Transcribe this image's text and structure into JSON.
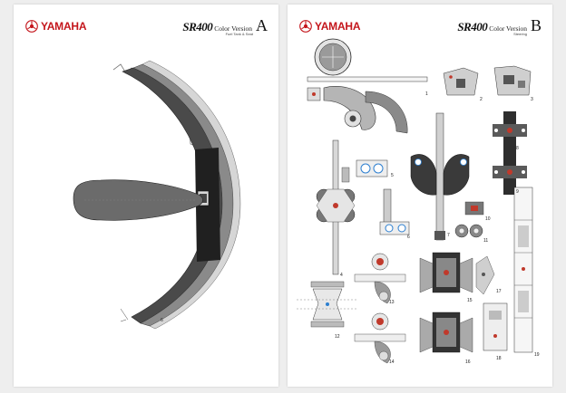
{
  "sheets": [
    {
      "brand": "YAMAHA",
      "model": "SR400",
      "version": "Color Version",
      "letter": "A",
      "subtitle": "Fuel Tank & Seat",
      "part_numbers": [
        "6"
      ]
    },
    {
      "brand": "YAMAHA",
      "model": "SR400",
      "version": "Color Version",
      "letter": "B",
      "subtitle": "Steering",
      "part_numbers": [
        "1",
        "2",
        "3",
        "4",
        "5",
        "6",
        "7",
        "8",
        "9",
        "10",
        "11",
        "12",
        "13",
        "14",
        "15",
        "16",
        "17",
        "18",
        "19"
      ]
    }
  ],
  "colors": {
    "brand_red": "#c4161c",
    "part_dark": "#3a3a3a",
    "part_mid": "#8a8a8a",
    "part_light": "#c8c8c8",
    "accent_red": "#c0392b",
    "accent_blue": "#2d7fd0"
  },
  "icons": [
    "yamaha-emblem-icon",
    "yamaha-emblem-icon"
  ]
}
